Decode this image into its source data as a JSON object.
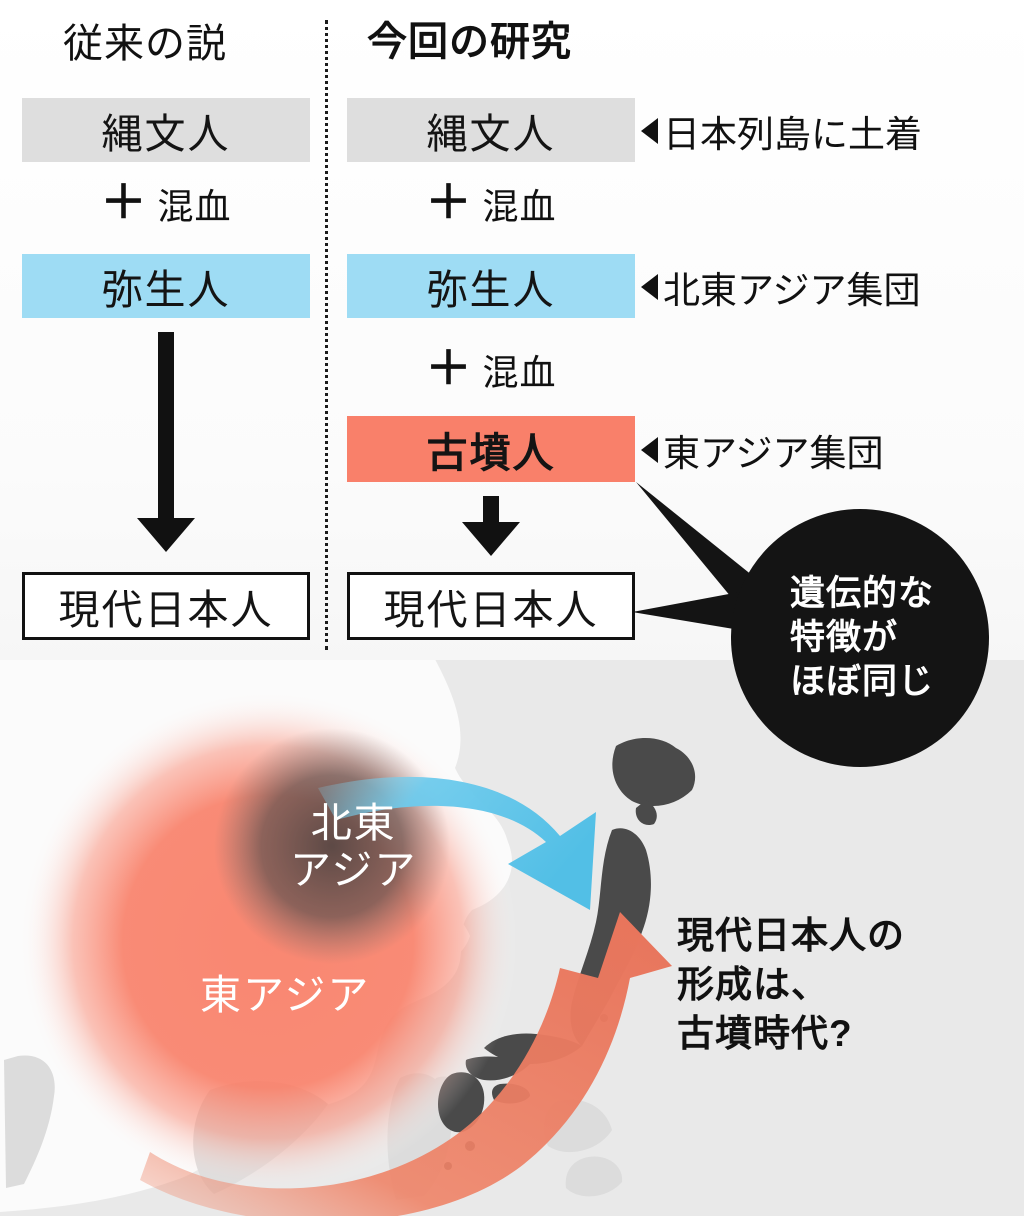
{
  "columns": {
    "old": {
      "title": "従来の説",
      "steps": [
        {
          "label": "縄文人",
          "kind": "jomon"
        },
        {
          "label": "混血",
          "kind": "mix"
        },
        {
          "label": "弥生人",
          "kind": "yayoi"
        },
        {
          "label": "現代日本人",
          "kind": "modern"
        }
      ]
    },
    "new": {
      "title": "今回の研究",
      "steps": [
        {
          "label": "縄文人",
          "kind": "jomon"
        },
        {
          "label": "混血",
          "kind": "mix"
        },
        {
          "label": "弥生人",
          "kind": "yayoi"
        },
        {
          "label": "混血",
          "kind": "mix"
        },
        {
          "label": "古墳人",
          "kind": "kofun"
        },
        {
          "label": "現代日本人",
          "kind": "modern"
        }
      ]
    }
  },
  "annotations": [
    {
      "target": "縄文人",
      "text": "日本列島に土着"
    },
    {
      "target": "弥生人",
      "text": "北東アジア集団"
    },
    {
      "target": "古墳人",
      "text": "東アジア集団"
    }
  ],
  "callout": {
    "text": "遺伝的な\n特徴が\nほぼ同じ"
  },
  "map": {
    "labels": [
      {
        "id": "northeast-asia",
        "text": "北東\nアジア"
      },
      {
        "id": "east-asia",
        "text": "東アジア"
      }
    ],
    "arrows": [
      {
        "id": "yayoi-migration-arrow",
        "color": "#59c3ea"
      },
      {
        "id": "kofun-migration-arrow",
        "color": "#ef7f6a"
      }
    ]
  },
  "bottom_question": {
    "text": "現代日本人の\n形成は、\n古墳時代?"
  },
  "colors": {
    "jomon": "#dedede",
    "yayoi": "#9edcf4",
    "kofun": "#f9806a",
    "callout_bg": "#141414",
    "map_bg": "#e9e9e9",
    "japan": "#4a4a4a"
  }
}
